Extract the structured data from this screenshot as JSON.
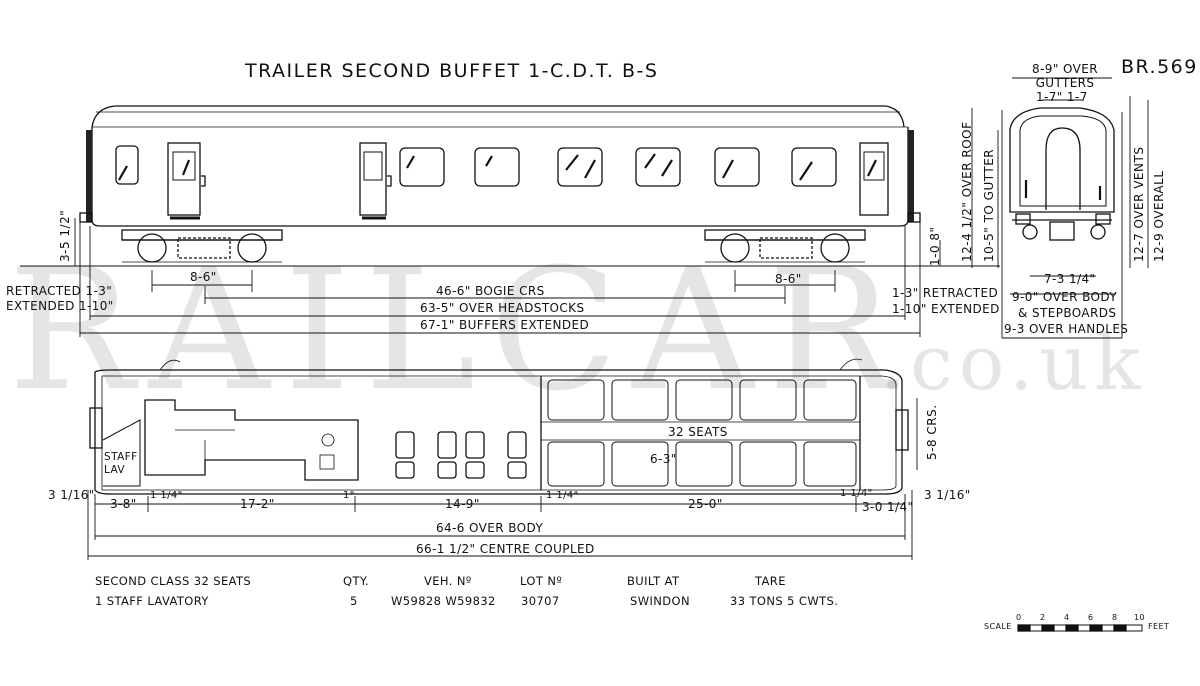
{
  "title": "TRAILER SECOND BUFFET 1-C.D.T. B-S",
  "drawing_ref": "BR.569",
  "watermark": {
    "main": "RAILCAR",
    "suffix": ".co.uk"
  },
  "elevation_dims": {
    "bogie_wheelbase_left": "8-6\"",
    "bogie_wheelbase_right": "8-6\"",
    "bogie_centres": "46-6\" BOGIE CRS",
    "over_headstocks": "63-5\" OVER HEADSTOCKS",
    "buffers_extended": "67-1\" BUFFERS EXTENDED",
    "left_retracted": "RETRACTED 1-3\"",
    "left_extended": "EXTENDED 1-10\"",
    "right_retracted": "1-3\" RETRACTED",
    "right_extended": "1-10\" EXTENDED",
    "buffer_height": "3-5 1/2\"",
    "step_height": "1-0 8\""
  },
  "end_view_dims": {
    "over_gutters": "8-9\" OVER GUTTERS",
    "gutter_split": "1-7\" 1-7",
    "over_roof": "12-4 1/2\" OVER ROOF",
    "to_gutter": "10-5\" TO GUTTER",
    "over_vents": "12-7 OVER VENTS",
    "overall": "12-9 OVERALL",
    "gauge": "7-3 1/4\"",
    "over_body": "9-0\" OVER BODY",
    "stepboards": "& STEPBOARDS",
    "over_handles": "9-3 OVER HANDLES"
  },
  "plan": {
    "staff_lav": "STAFF LAV",
    "seats": "32 SEATS",
    "seat_pitch": "6-3\"",
    "crs": "5-8 CRS.",
    "segments": [
      "3-8\"",
      "1 1/4\"",
      "17-2\"",
      "1\"",
      "14-9\"",
      "1 1/4\"",
      "25-0\"",
      "1 1/4\"",
      "3-0 1/4\""
    ],
    "end_left": "3 1/16\"",
    "end_right": "3 1/16\"",
    "over_body": "64-6 OVER BODY",
    "centre_coupled": "66-1 1/2\" CENTRE COUPLED"
  },
  "details": {
    "line1": "SECOND CLASS 32 SEATS",
    "line2": "1 STAFF LAVATORY",
    "qty_label": "QTY.",
    "qty_value": "5",
    "veh_label": "VEH. Nº",
    "veh_value": "W59828 W59832",
    "lot_label": "LOT Nº",
    "lot_value": "30707",
    "built_label": "BUILT AT",
    "built_value": "SWINDON",
    "tare_label": "TARE",
    "tare_value": "33 TONS 5 CWTS."
  },
  "scale": {
    "label": "SCALE",
    "unit": "FEET",
    "ticks": [
      "0",
      "2",
      "4",
      "6",
      "8",
      "10"
    ]
  }
}
